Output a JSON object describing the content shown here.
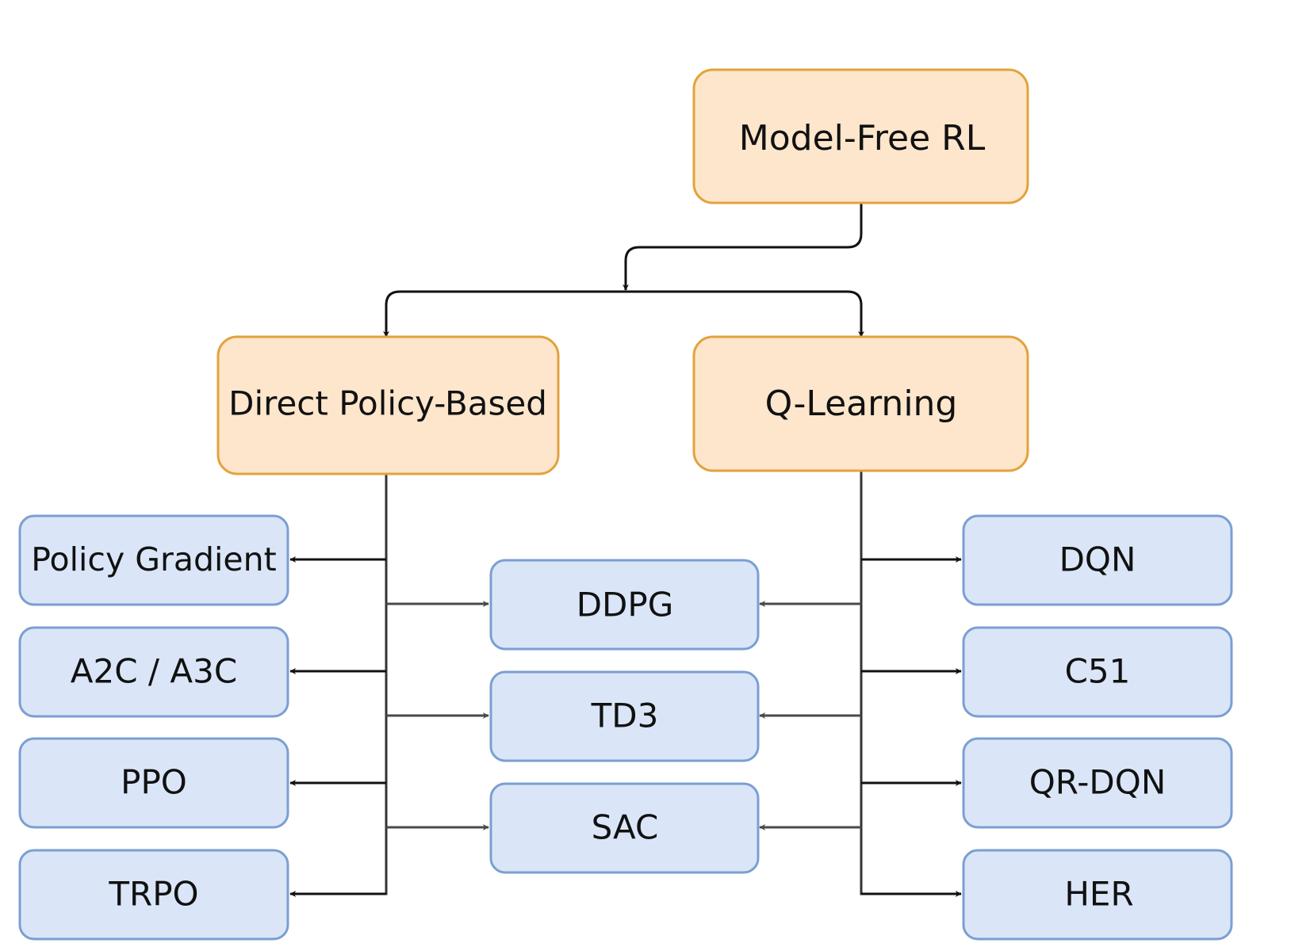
{
  "colors": {
    "orange_fill": "#fde6cc",
    "orange_stroke": "#e3a23c",
    "blue_fill": "#dae6f8",
    "blue_stroke": "#7b9fd1",
    "edge_dark": "#111111",
    "edge_gray": "#4a4a4a"
  },
  "nodes": {
    "root": "Model-Free RL",
    "policy_based": "Direct Policy-Based",
    "q_learning": "Q-Learning",
    "policy_gradient": "Policy Gradient",
    "a2c_a3c": "A2C / A3C",
    "ppo": "PPO",
    "trpo": "TRPO",
    "ddpg": "DDPG",
    "td3": "TD3",
    "sac": "SAC",
    "dqn": "DQN",
    "c51": "C51",
    "qr_dqn": "QR-DQN",
    "her": "HER"
  },
  "edges": [
    {
      "from": "root",
      "to": "policy_based"
    },
    {
      "from": "root",
      "to": "q_learning"
    },
    {
      "from": "policy_based",
      "to": "policy_gradient"
    },
    {
      "from": "policy_based",
      "to": "a2c_a3c"
    },
    {
      "from": "policy_based",
      "to": "ppo"
    },
    {
      "from": "policy_based",
      "to": "trpo"
    },
    {
      "from": "policy_based",
      "to": "ddpg"
    },
    {
      "from": "policy_based",
      "to": "td3"
    },
    {
      "from": "policy_based",
      "to": "sac"
    },
    {
      "from": "q_learning",
      "to": "ddpg"
    },
    {
      "from": "q_learning",
      "to": "td3"
    },
    {
      "from": "q_learning",
      "to": "sac"
    },
    {
      "from": "q_learning",
      "to": "dqn"
    },
    {
      "from": "q_learning",
      "to": "c51"
    },
    {
      "from": "q_learning",
      "to": "qr_dqn"
    },
    {
      "from": "q_learning",
      "to": "her"
    }
  ]
}
